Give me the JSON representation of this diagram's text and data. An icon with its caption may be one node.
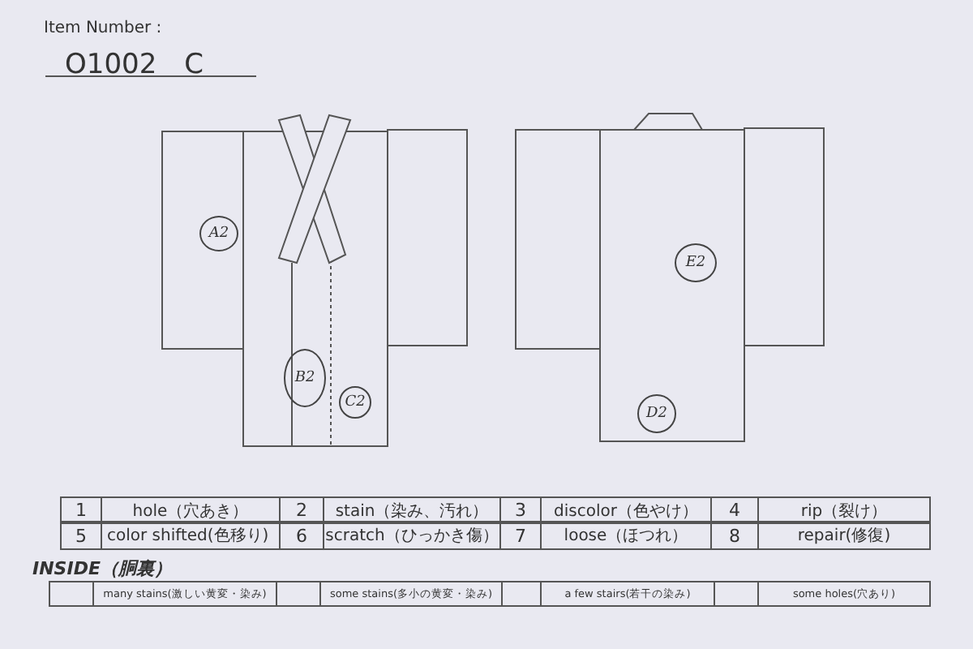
{
  "diagram": {
    "nodes": [
      {
        "text": [
          "A2"
        ]
      },
      {
        "text": [
          "E2"
        ]
      },
      {
        "text": [
          "B2"
        ]
      },
      {
        "text": [
          "C2"
        ]
      },
      {
        "text": [
          "D2"
        ]
      }
    ],
    "labels": [
      "Item Number :",
      "O1002　C",
      "1",
      "hole（穴あき）",
      "2",
      "stain（染み、汚れ）",
      "3",
      "discolor（色やけ）",
      "4",
      "rip（裂け）",
      "5",
      "color shifted(色移り)",
      "6",
      "scratch（ひっかき傷）",
      "7",
      "loose（ほつれ）",
      "8",
      "repair(修復)",
      "INSIDE（胴裏）",
      "many stains(激しい黄変・染み)",
      "some stains(多小の黄変・染み)",
      "a few stairs(若干の染み)",
      "some holes(穴あり)"
    ]
  }
}
